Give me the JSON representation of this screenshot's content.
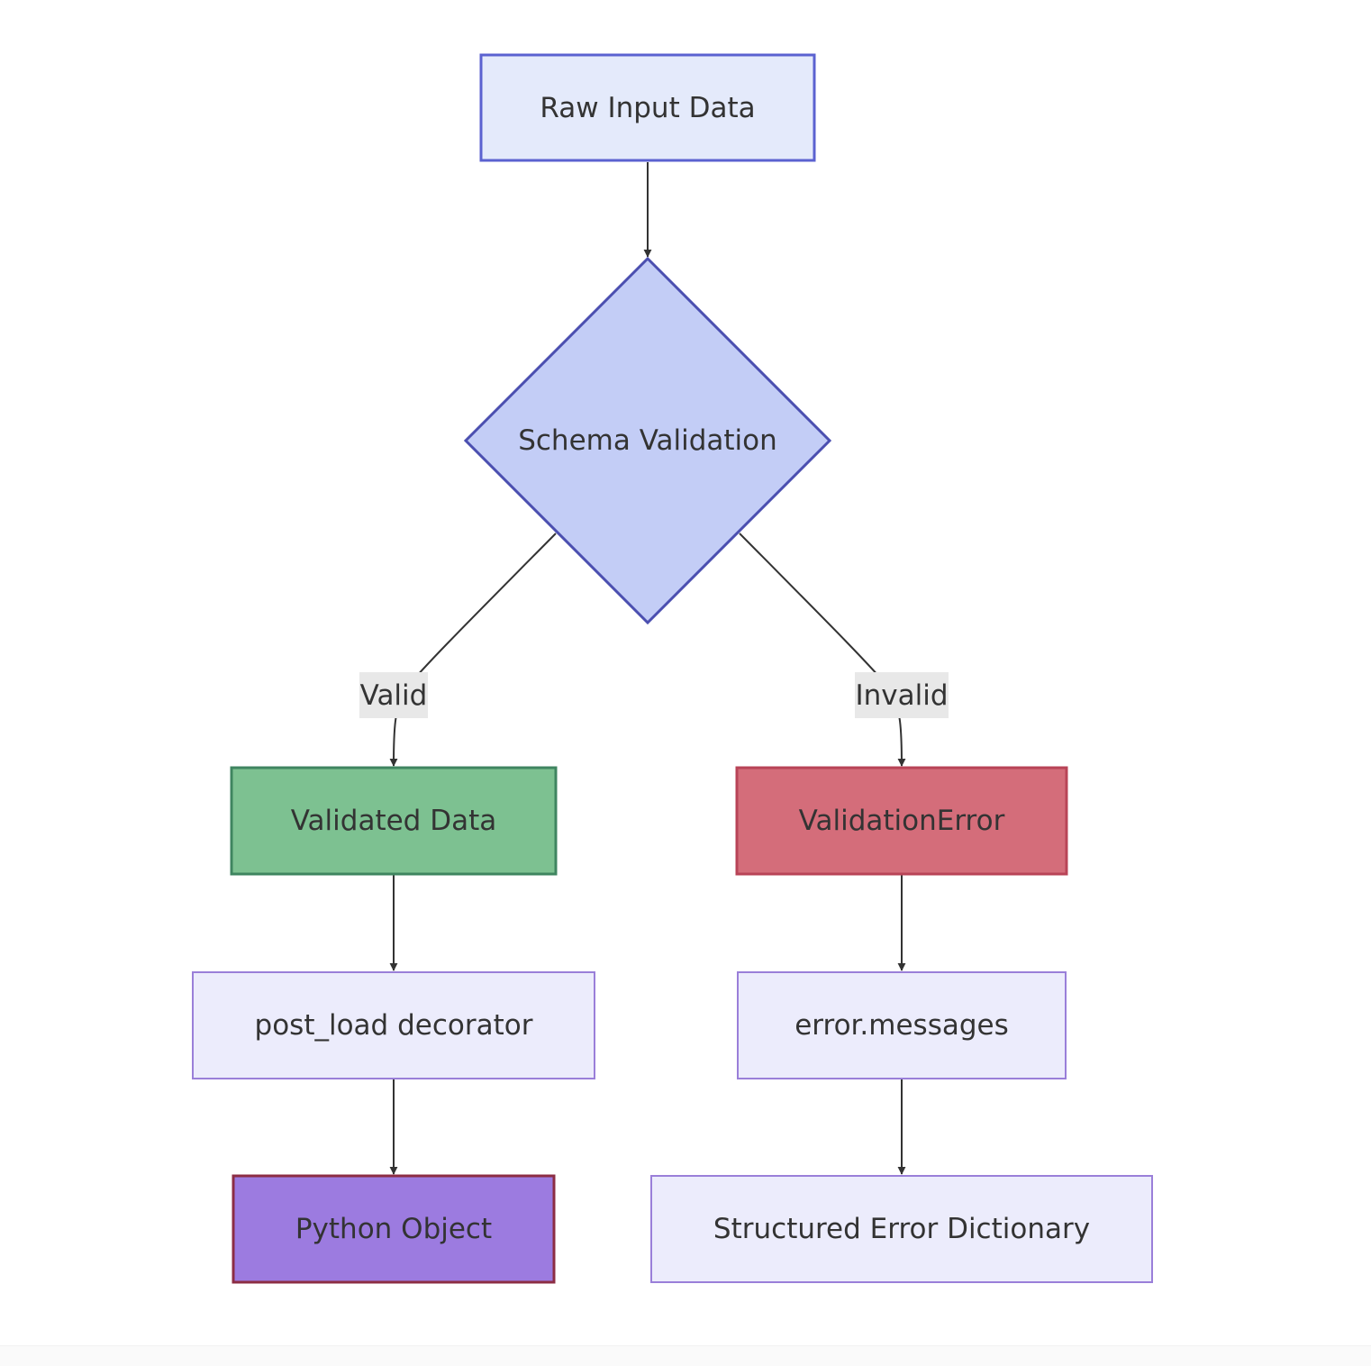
{
  "diagram": {
    "nodes": {
      "raw": {
        "label": "Raw Input Data",
        "fill": "#e4eafb",
        "stroke": "#5b62d0"
      },
      "schema": {
        "label": "Schema Validation",
        "fill": "#c3cdf6",
        "stroke": "#4b4fb0"
      },
      "validated": {
        "label": "Validated Data",
        "fill": "#7dc191",
        "stroke": "#3f8560"
      },
      "error": {
        "label": "ValidationError",
        "fill": "#d46d7a",
        "stroke": "#b84457"
      },
      "postload": {
        "label": "post_load decorator",
        "fill": "#ececfc",
        "stroke": "#9a7fd9"
      },
      "messages": {
        "label": "error.messages",
        "fill": "#ececfc",
        "stroke": "#9a7fd9"
      },
      "pyobj": {
        "label": "Python Object",
        "fill": "#9c7be0",
        "stroke": "#8c2d44"
      },
      "dict": {
        "label": "Structured Error Dictionary",
        "fill": "#ececfc",
        "stroke": "#9a7fd9"
      }
    },
    "edge_labels": {
      "valid": "Valid",
      "invalid": "Invalid"
    },
    "colors": {
      "edge": "#333333",
      "edge_label_bg": "#e8e8e8"
    }
  }
}
